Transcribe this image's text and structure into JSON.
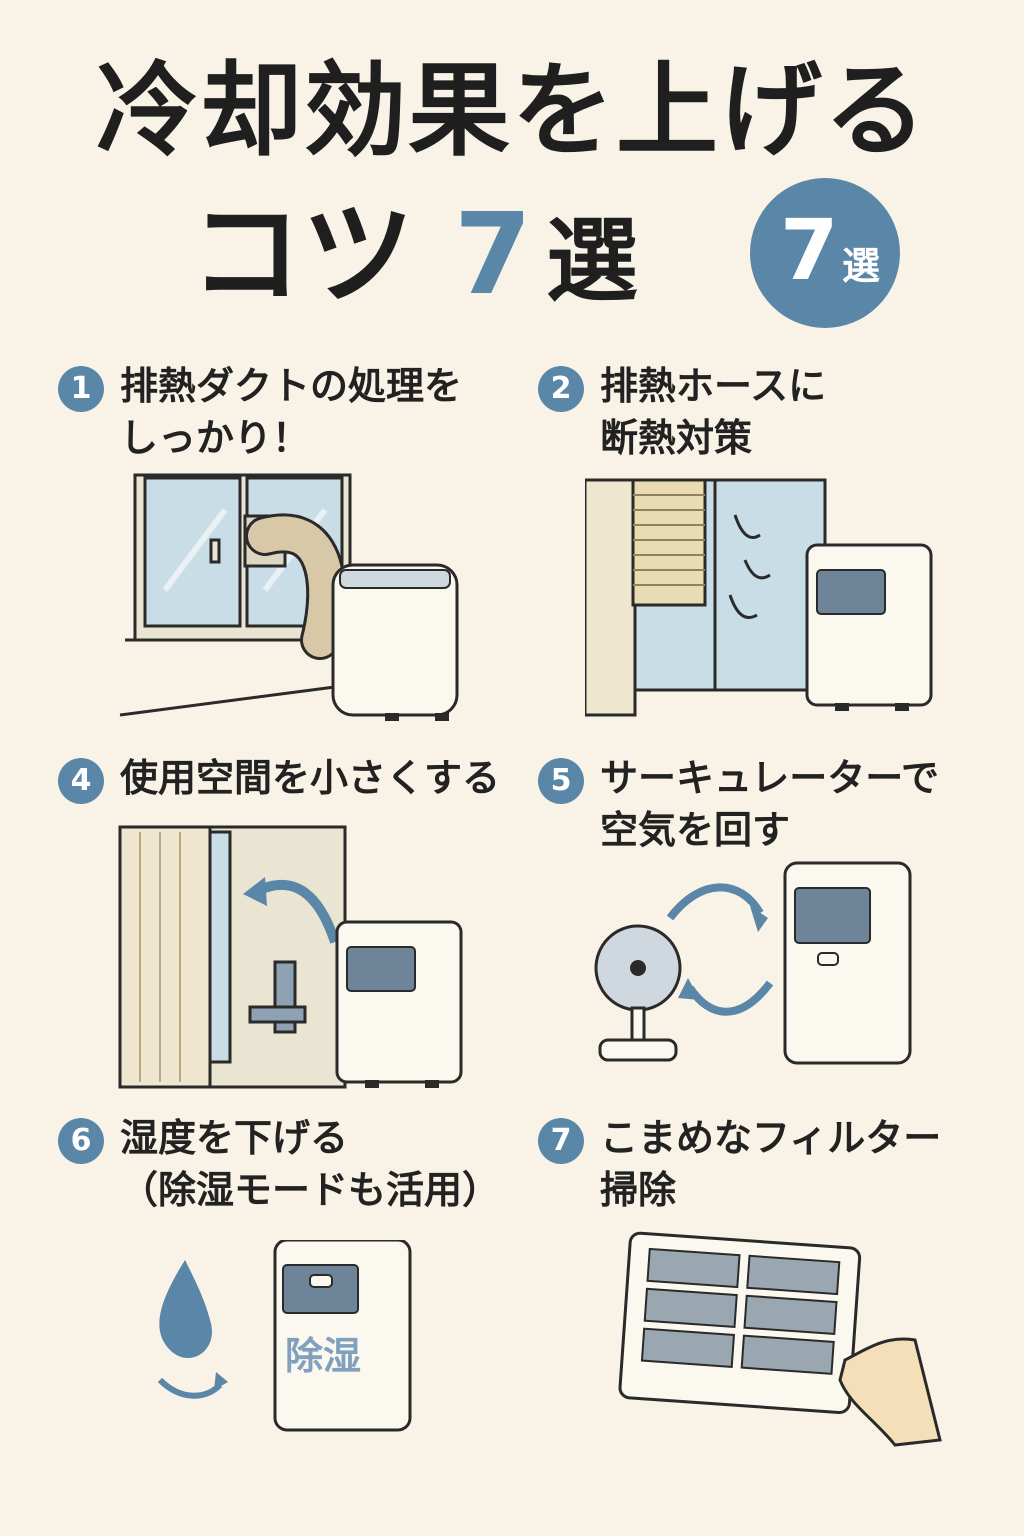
{
  "title": {
    "line1": "冷却効果を上げる",
    "line2_main": "コツ",
    "line2_num": "7",
    "line2_suffix": "選"
  },
  "badge": {
    "number": "7",
    "suffix": "選"
  },
  "tips": [
    {
      "number": "1",
      "line1": "排熱ダクトの処理を",
      "line2": "しっかり！"
    },
    {
      "number": "2",
      "line1": "排熱ホースに",
      "line2": "断熱対策"
    },
    {
      "number": "4",
      "line1": "使用空間を小さくする",
      "line2": ""
    },
    {
      "number": "5",
      "line1": "サーキュレーターで",
      "line2": "空気を回す"
    },
    {
      "number": "6",
      "line1": "湿度を下げる",
      "line2": "（除湿モードも活用）"
    },
    {
      "number": "7",
      "line1": "こまめなフィルター",
      "line2": "掃除"
    }
  ],
  "dehumid_label": "除湿",
  "colors": {
    "accent": "#5a86a8",
    "background": "#f8f3e6",
    "curtain": "#efe6cf",
    "outline": "#2a2a2a"
  }
}
